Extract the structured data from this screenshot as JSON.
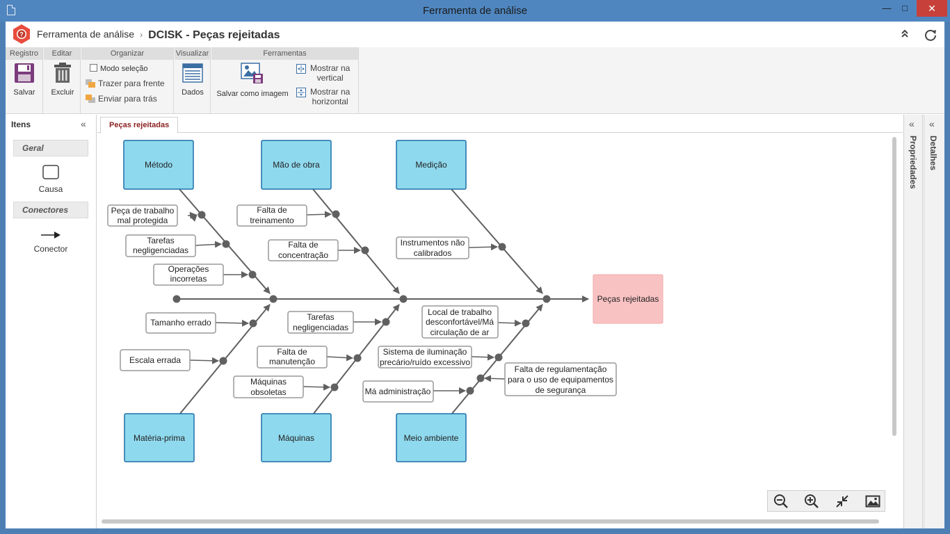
{
  "window": {
    "title": "Ferramenta de análise",
    "minimize": "—",
    "maximize": "□",
    "close": "✕"
  },
  "header": {
    "app_name": "Ferramenta de análise",
    "separator": "›",
    "page_title": "DCISK - Peças rejeitadas"
  },
  "ribbon": {
    "groups": {
      "registro": "Registro",
      "editar": "Editar",
      "organizar": "Organizar",
      "visualizar": "Visualizar",
      "ferramentas": "Ferramentas"
    },
    "salvar": "Salvar",
    "excluir": "Excluir",
    "modo_selecao": "Modo seleção",
    "trazer_frente": "Trazer para frente",
    "enviar_tras": "Enviar para trás",
    "dados": "Dados",
    "salvar_imagem": "Salvar como imagem",
    "mostrar_vertical": [
      "Mostrar na",
      "vertical"
    ],
    "mostrar_horizontal": [
      "Mostrar na",
      "horizontal"
    ]
  },
  "left_panel": {
    "title": "Itens",
    "sections": {
      "geral": "Geral",
      "conectores": "Conectores"
    },
    "causa": "Causa",
    "conector": "Conector"
  },
  "canvas": {
    "tab": "Peças rejeitadas"
  },
  "side_panels": {
    "propriedades": "Propriedades",
    "detalhes": "Detalhes"
  },
  "diagram": {
    "effect": "Peças rejeitadas",
    "categories": {
      "metodo": "Método",
      "mao_de_obra": "Mão de obra",
      "medicao": "Medição",
      "materia_prima": "Matéria-prima",
      "maquinas": "Máquinas",
      "meio_ambiente": "Meio ambiente"
    },
    "causes": {
      "peca_trabalho": [
        "Peça de trabalho",
        "mal protegida"
      ],
      "tarefas_neg_1": [
        "Tarefas",
        "negligenciadas"
      ],
      "operacoes": [
        "Operações",
        "incorretas"
      ],
      "falta_treinamento": [
        "Falta de",
        "treinamento"
      ],
      "falta_concentracao": [
        "Falta de",
        "concentração"
      ],
      "instrumentos": [
        "Instrumentos não",
        "calibrados"
      ],
      "tamanho_errado": [
        "Tamanho errado"
      ],
      "escala_errada": [
        "Escala errada"
      ],
      "tarefas_neg_2": [
        "Tarefas",
        "negligenciadas"
      ],
      "falta_manutencao": [
        "Falta de",
        "manutenção"
      ],
      "maquinas_obsoletas": [
        "Máquinas",
        "obsoletas"
      ],
      "local_trabalho": [
        "Local de trabalho",
        "desconfortável/Má",
        "circulação de ar"
      ],
      "sistema_iluminacao": [
        "Sistema de iluminação",
        "precário/ruído excessivo"
      ],
      "ma_administracao": [
        "Má administração"
      ],
      "falta_regulamentacao": [
        "Falta de regulamentação",
        "para o uso de equipamentos",
        "de segurança"
      ]
    },
    "colors": {
      "category_fill": "#8fd9ee",
      "category_stroke": "#1f6fa8",
      "effect_fill": "#f9c2c2",
      "line": "#606060"
    }
  },
  "zoom": {
    "zoom_out": "zoom-out-icon",
    "zoom_in": "zoom-in-icon",
    "fit": "fit-icon",
    "export": "image-icon"
  }
}
